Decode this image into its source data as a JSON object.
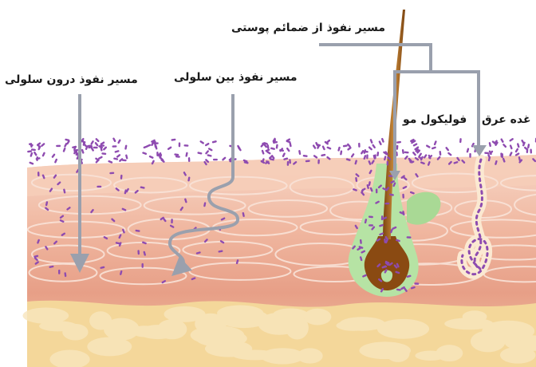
{
  "labels": {
    "appendageal": "مسیر نفوذ از ضمائم پوستی",
    "intracellular": "مسیر نفوذ درون سلولی",
    "intercellular": "مسیر نفوذ بین سلولی",
    "hair_follicle": "فولیکول مو",
    "sweat_gland": "غده عرق"
  },
  "colors": {
    "epidermis": "#f2c6b3",
    "dermis": "#e9a38b",
    "hypodermis": "#f4d79a",
    "follicle_green": "#b6e3a4",
    "hair_brown": "#a9651c",
    "dots": "#8e4bb0",
    "arrow": "#b3b8c4",
    "arrow_outline": "#8f95a3"
  }
}
